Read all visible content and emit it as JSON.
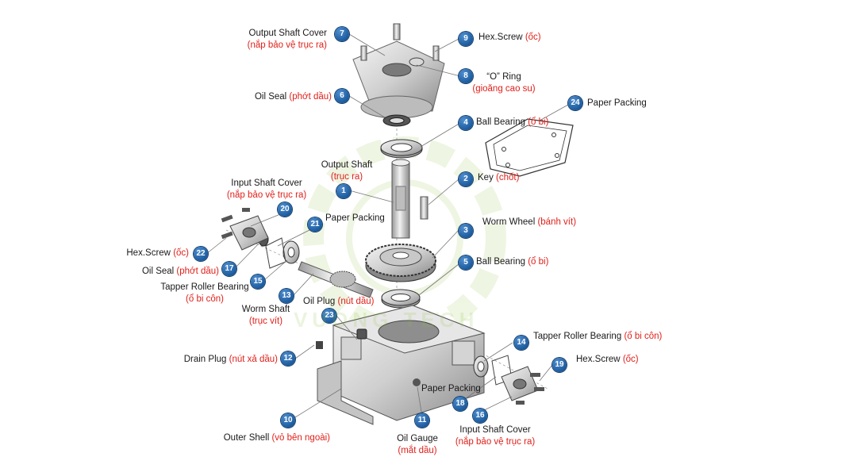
{
  "watermark": "VUONG TECH",
  "parts": [
    {
      "num": "1",
      "name": "Output Shaft",
      "vn": "(trục ra)"
    },
    {
      "num": "2",
      "name": "Key",
      "vn": "(chốt)"
    },
    {
      "num": "3",
      "name": "Worm Wheel",
      "vn": "(bánh vít)"
    },
    {
      "num": "4",
      "name": "Ball Bearing",
      "vn": "(ổ bi)"
    },
    {
      "num": "5",
      "name": "Ball Bearing",
      "vn": "(ổ bi)"
    },
    {
      "num": "6",
      "name": "Oil Seal",
      "vn": "(phớt dầu)"
    },
    {
      "num": "7",
      "name": "Output Shaft Cover",
      "vn": "(nắp bảo vệ trục ra)"
    },
    {
      "num": "8",
      "name": "“O” Ring",
      "vn": "(gioăng cao su)"
    },
    {
      "num": "9",
      "name": "Hex.Screw",
      "vn": "(ốc)"
    },
    {
      "num": "10",
      "name": "Outer Shell",
      "vn": "(vỏ bên ngoài)"
    },
    {
      "num": "11",
      "name": "Oil Gauge",
      "vn": "(mắt dầu)"
    },
    {
      "num": "12",
      "name": "Drain Plug",
      "vn": "(nút xả dầu)"
    },
    {
      "num": "13",
      "name": "Worm Shaft",
      "vn": "(trục vít)"
    },
    {
      "num": "14",
      "name": "Tapper Roller Bearing",
      "vn": "(ổ bi côn)"
    },
    {
      "num": "15",
      "name": "Tapper Roller Bearing",
      "vn": "(ổ bi côn)"
    },
    {
      "num": "16",
      "name": "Input Shaft Cover",
      "vn": "(nắp bảo vệ trục ra)"
    },
    {
      "num": "17",
      "name": "Oil Seal",
      "vn": "(phớt dầu)"
    },
    {
      "num": "18",
      "name": "Paper Packing",
      "vn": ""
    },
    {
      "num": "19",
      "name": "Hex.Screw",
      "vn": "(ốc)"
    },
    {
      "num": "20",
      "name": "Input Shaft Cover",
      "vn": "(nắp bảo vệ trục ra)"
    },
    {
      "num": "21",
      "name": "Paper Packing",
      "vn": ""
    },
    {
      "num": "22",
      "name": "Hex.Screw",
      "vn": "(ốc)"
    },
    {
      "num": "23",
      "name": "Oil Plug",
      "vn": "(nút dầu)"
    },
    {
      "num": "24",
      "name": "Paper Packing",
      "vn": ""
    }
  ]
}
